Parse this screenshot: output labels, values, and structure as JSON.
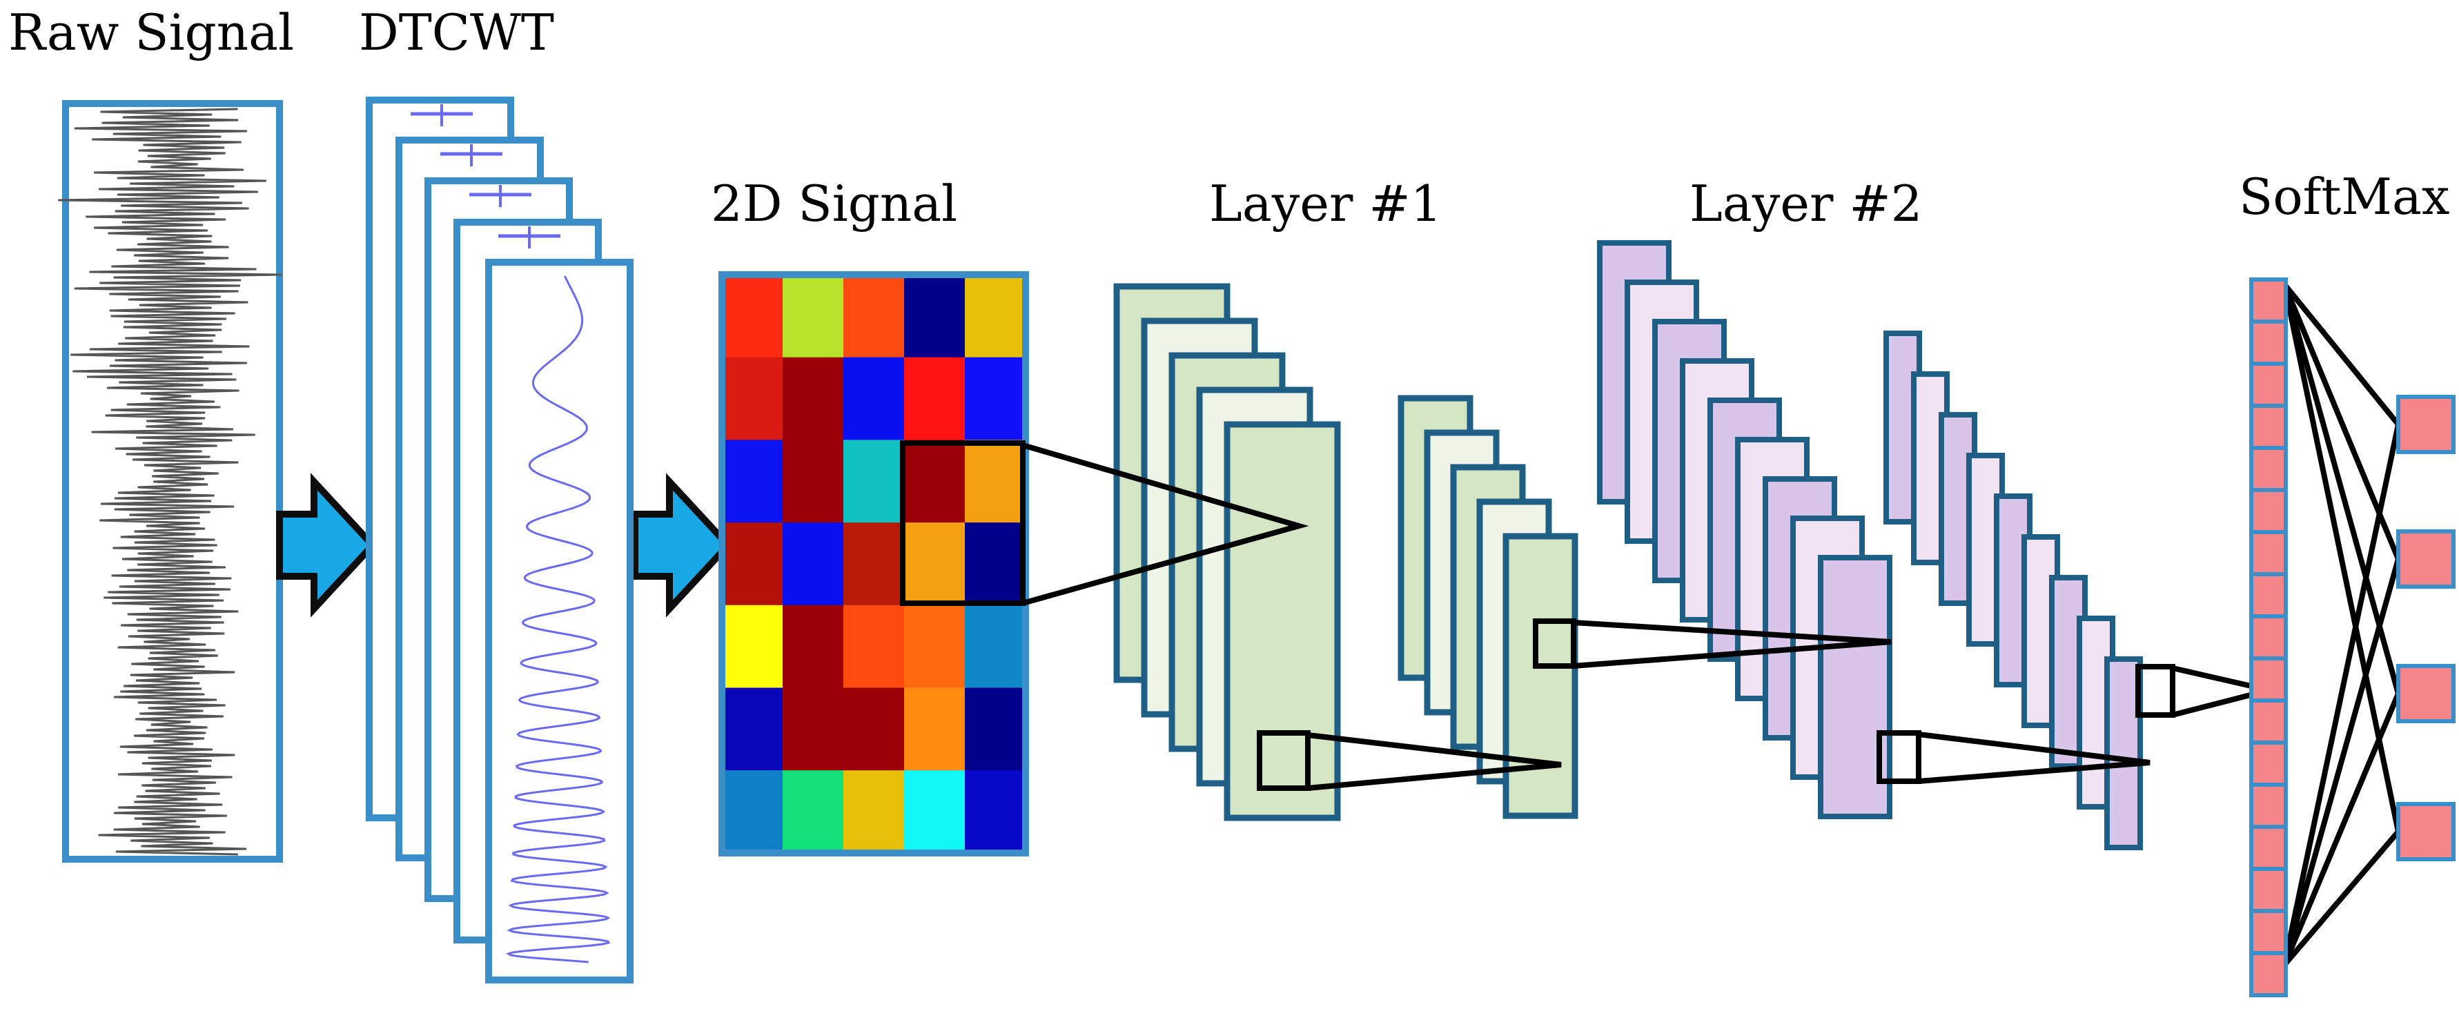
{
  "labels": {
    "raw_signal": "Raw Signal",
    "dtcwt": "DTCWT",
    "signal_2d": "2D Signal",
    "layer1": "Layer #1",
    "layer2": "Layer #2",
    "softmax": "SoftMax"
  },
  "colors": {
    "panel_border": "#3a8fc8",
    "arrow_fill": "#18a8e6",
    "arrow_stroke": "#0d0d0d",
    "layer1_fill": "#d4e6c4",
    "layer1_border": "#1f5f86",
    "layer2_fill": "#d9c5ea",
    "layer2_border": "#1f5f86",
    "softmax_fill": "#f4858a",
    "softmax_border": "#3a8fc8",
    "raw_wave": "#555555",
    "dtcwt_wave": "#6a6af0"
  },
  "matrix_2d": [
    [
      "#ff2a12",
      "#b9e22c",
      "#ff4a10",
      "#00008a",
      "#e8c00a"
    ],
    [
      "#d81a10",
      "#9a0005",
      "#0810f0",
      "#ff1212",
      "#1010f8"
    ],
    [
      "#0a14f0",
      "#9a0005",
      "#10c2c2",
      "#9a0005",
      "#f5a010"
    ],
    [
      "#b41208",
      "#0810f0",
      "#b81c08",
      "#f5a012",
      "#00008a"
    ],
    [
      "#ffff08",
      "#9a0005",
      "#ff4a10",
      "#ff6a10",
      "#1088c8"
    ],
    [
      "#0808b8",
      "#9a0005",
      "#9a0005",
      "#ff8a10",
      "#00008a"
    ],
    [
      "#1080c8",
      "#12e078",
      "#e8c00a",
      "#10f8f8",
      "#0808c8"
    ]
  ],
  "softmax": {
    "input_units": 17,
    "output_units": 4
  }
}
